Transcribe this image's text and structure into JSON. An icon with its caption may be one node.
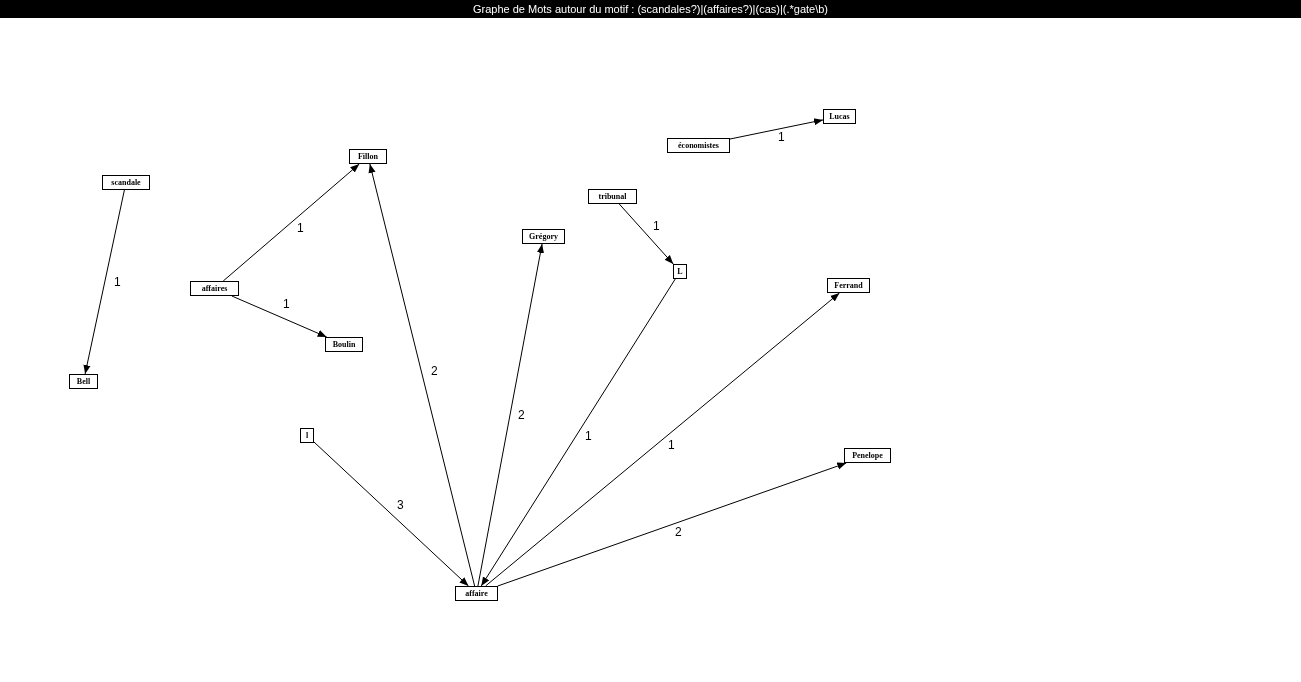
{
  "diagram": {
    "title": "Graphe de Mots autour du motif : (scandales?)|(affaires?)|(cas)|(.*gate\\b)",
    "nodes": [
      {
        "text": [
          "Lucas"
        ]
      },
      {
        "text": [
          "économistes"
        ]
      },
      {
        "text": [
          "Fillon"
        ]
      },
      {
        "text": [
          "scandale"
        ]
      },
      {
        "text": [
          "tribunal"
        ]
      },
      {
        "text": [
          "Grégory"
        ]
      },
      {
        "text": [
          "L"
        ]
      },
      {
        "text": [
          "Ferrand"
        ]
      },
      {
        "text": [
          "affaires"
        ]
      },
      {
        "text": [
          "Boulin"
        ]
      },
      {
        "text": [
          "Bell"
        ]
      },
      {
        "text": [
          "l"
        ]
      },
      {
        "text": [
          "Penelope"
        ]
      },
      {
        "text": [
          "affaire"
        ]
      }
    ],
    "edges": [
      {
        "from": 1,
        "to": 0,
        "arrow": "to",
        "label": "1"
      },
      {
        "from": 8,
        "to": 2,
        "arrow": "to",
        "label": "1"
      },
      {
        "from": 13,
        "to": 2,
        "arrow": "to",
        "label": "2"
      },
      {
        "from": 3,
        "to": 10,
        "arrow": "to",
        "label": "1"
      },
      {
        "from": 4,
        "to": 6,
        "arrow": "to",
        "label": "1"
      },
      {
        "from": 13,
        "to": 5,
        "arrow": "to",
        "label": "2"
      },
      {
        "from": 6,
        "to": 13,
        "arrow": "to",
        "label": "1"
      },
      {
        "from": 13,
        "to": 7,
        "arrow": "to",
        "label": "1"
      },
      {
        "from": 8,
        "to": 9,
        "arrow": "to",
        "label": "1"
      },
      {
        "from": 11,
        "to": 13,
        "arrow": "to",
        "label": "3"
      },
      {
        "from": 13,
        "to": 12,
        "arrow": "to",
        "label": "2"
      }
    ]
  }
}
